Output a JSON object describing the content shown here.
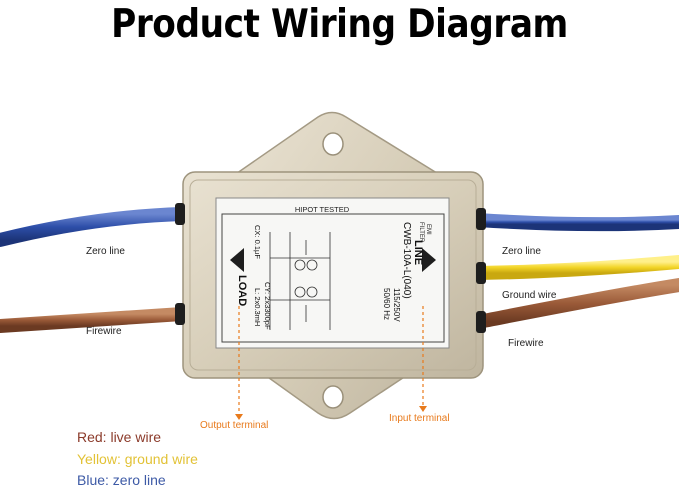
{
  "title": "Product Wiring Diagram",
  "labels": {
    "zero_left": "Zero line",
    "fire_left": "Firewire",
    "zero_right": "Zero line",
    "ground_right": "Ground wire",
    "fire_right": "Firewire",
    "output": "Output terminal",
    "input": "Input terminal"
  },
  "plate": {
    "hipot": "HIPOT TESTED",
    "emi": "EMI",
    "filter": "FILTER",
    "model": "CWB-10A-L(040)",
    "rating": "115/250V",
    "freq": "50/60 Hz",
    "line": "LINE",
    "load": "LOAD",
    "cy": "CY: 2x3300pF",
    "cx": "CX: 0.1μF",
    "l": "L: 2x0.3mH"
  },
  "legend": {
    "red": "Red: live wire",
    "yellow": "Yellow: ground wire",
    "blue": "Blue: zero line"
  },
  "colors": {
    "red": "#8b3a2a",
    "yellow": "#e2c236",
    "blue": "#3d5aa6",
    "accent": "#e87a1c"
  }
}
